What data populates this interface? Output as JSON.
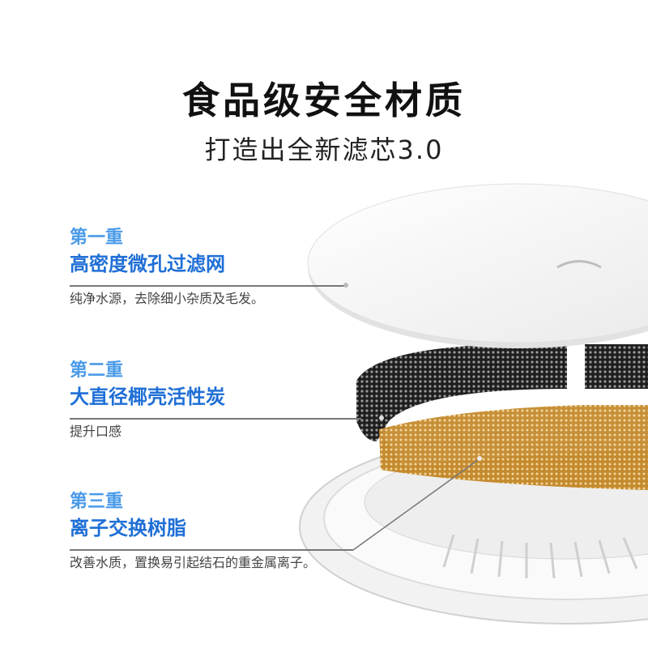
{
  "header": {
    "title": "食品级安全材质",
    "subtitle": "打造出全新滤芯3.0"
  },
  "layers": [
    {
      "stage": "第一重",
      "name": "高密度微孔过滤网",
      "description": "纯净水源，去除细小杂质及毛发。",
      "component": "white-filter-disc"
    },
    {
      "stage": "第二重",
      "name": "大直径椰壳活性炭",
      "description": "提升口感",
      "component": "activated-carbon-mesh-ring"
    },
    {
      "stage": "第三重",
      "name": "离子交换树脂",
      "description": "改善水质，置换易引起结石的重金属离子。",
      "component": "ion-exchange-resin-ring"
    }
  ],
  "colors": {
    "stage_label": "#4a9be8",
    "layer_name": "#1f6fd6",
    "carbon": "#2a2a2a",
    "resin": "#c9933a",
    "leader_line": "#777777"
  }
}
